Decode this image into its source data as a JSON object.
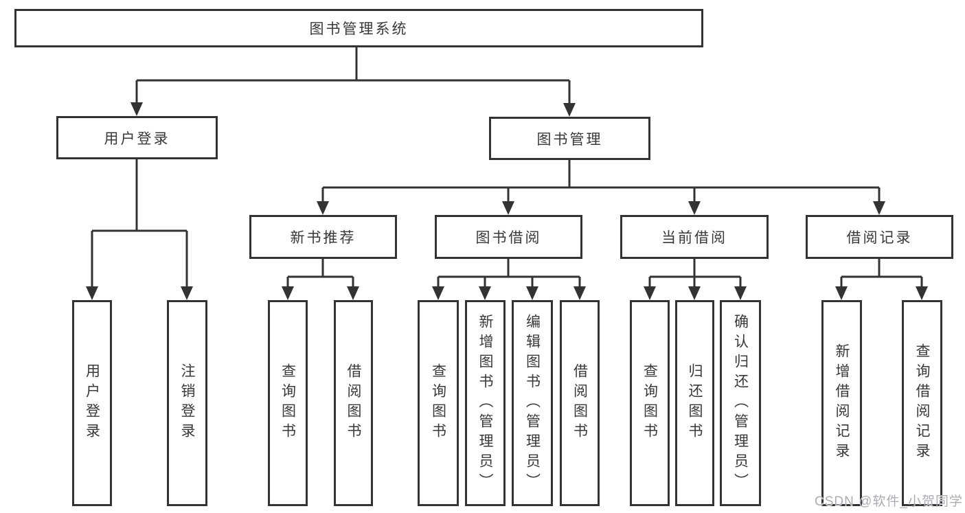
{
  "tree": {
    "label": "图书管理系统",
    "children": [
      {
        "label": "用户登录",
        "children": [
          {
            "label": "用户登录"
          },
          {
            "label": "注销登录"
          }
        ]
      },
      {
        "label": "图书管理",
        "children": [
          {
            "label": "新书推荐",
            "children": [
              {
                "label": "查询图书"
              },
              {
                "label": "借阅图书"
              }
            ]
          },
          {
            "label": "图书借阅",
            "children": [
              {
                "label": "查询图书"
              },
              {
                "label": "新增图书（管理员）"
              },
              {
                "label": "编辑图书（管理员）"
              },
              {
                "label": "借阅图书"
              }
            ]
          },
          {
            "label": "当前借阅",
            "children": [
              {
                "label": "查询图书"
              },
              {
                "label": "归还图书"
              },
              {
                "label": "确认归还（管理员）"
              }
            ]
          },
          {
            "label": "借阅记录",
            "children": [
              {
                "label": "新增借阅记录"
              },
              {
                "label": "查询借阅记录"
              }
            ]
          }
        ]
      }
    ]
  },
  "watermark": {
    "text": "CSDN @软件_小贺同学"
  },
  "colors": {
    "line": "#333333",
    "text": "#383838",
    "background": "#ffffff",
    "watermark": "#a9aeb4"
  }
}
